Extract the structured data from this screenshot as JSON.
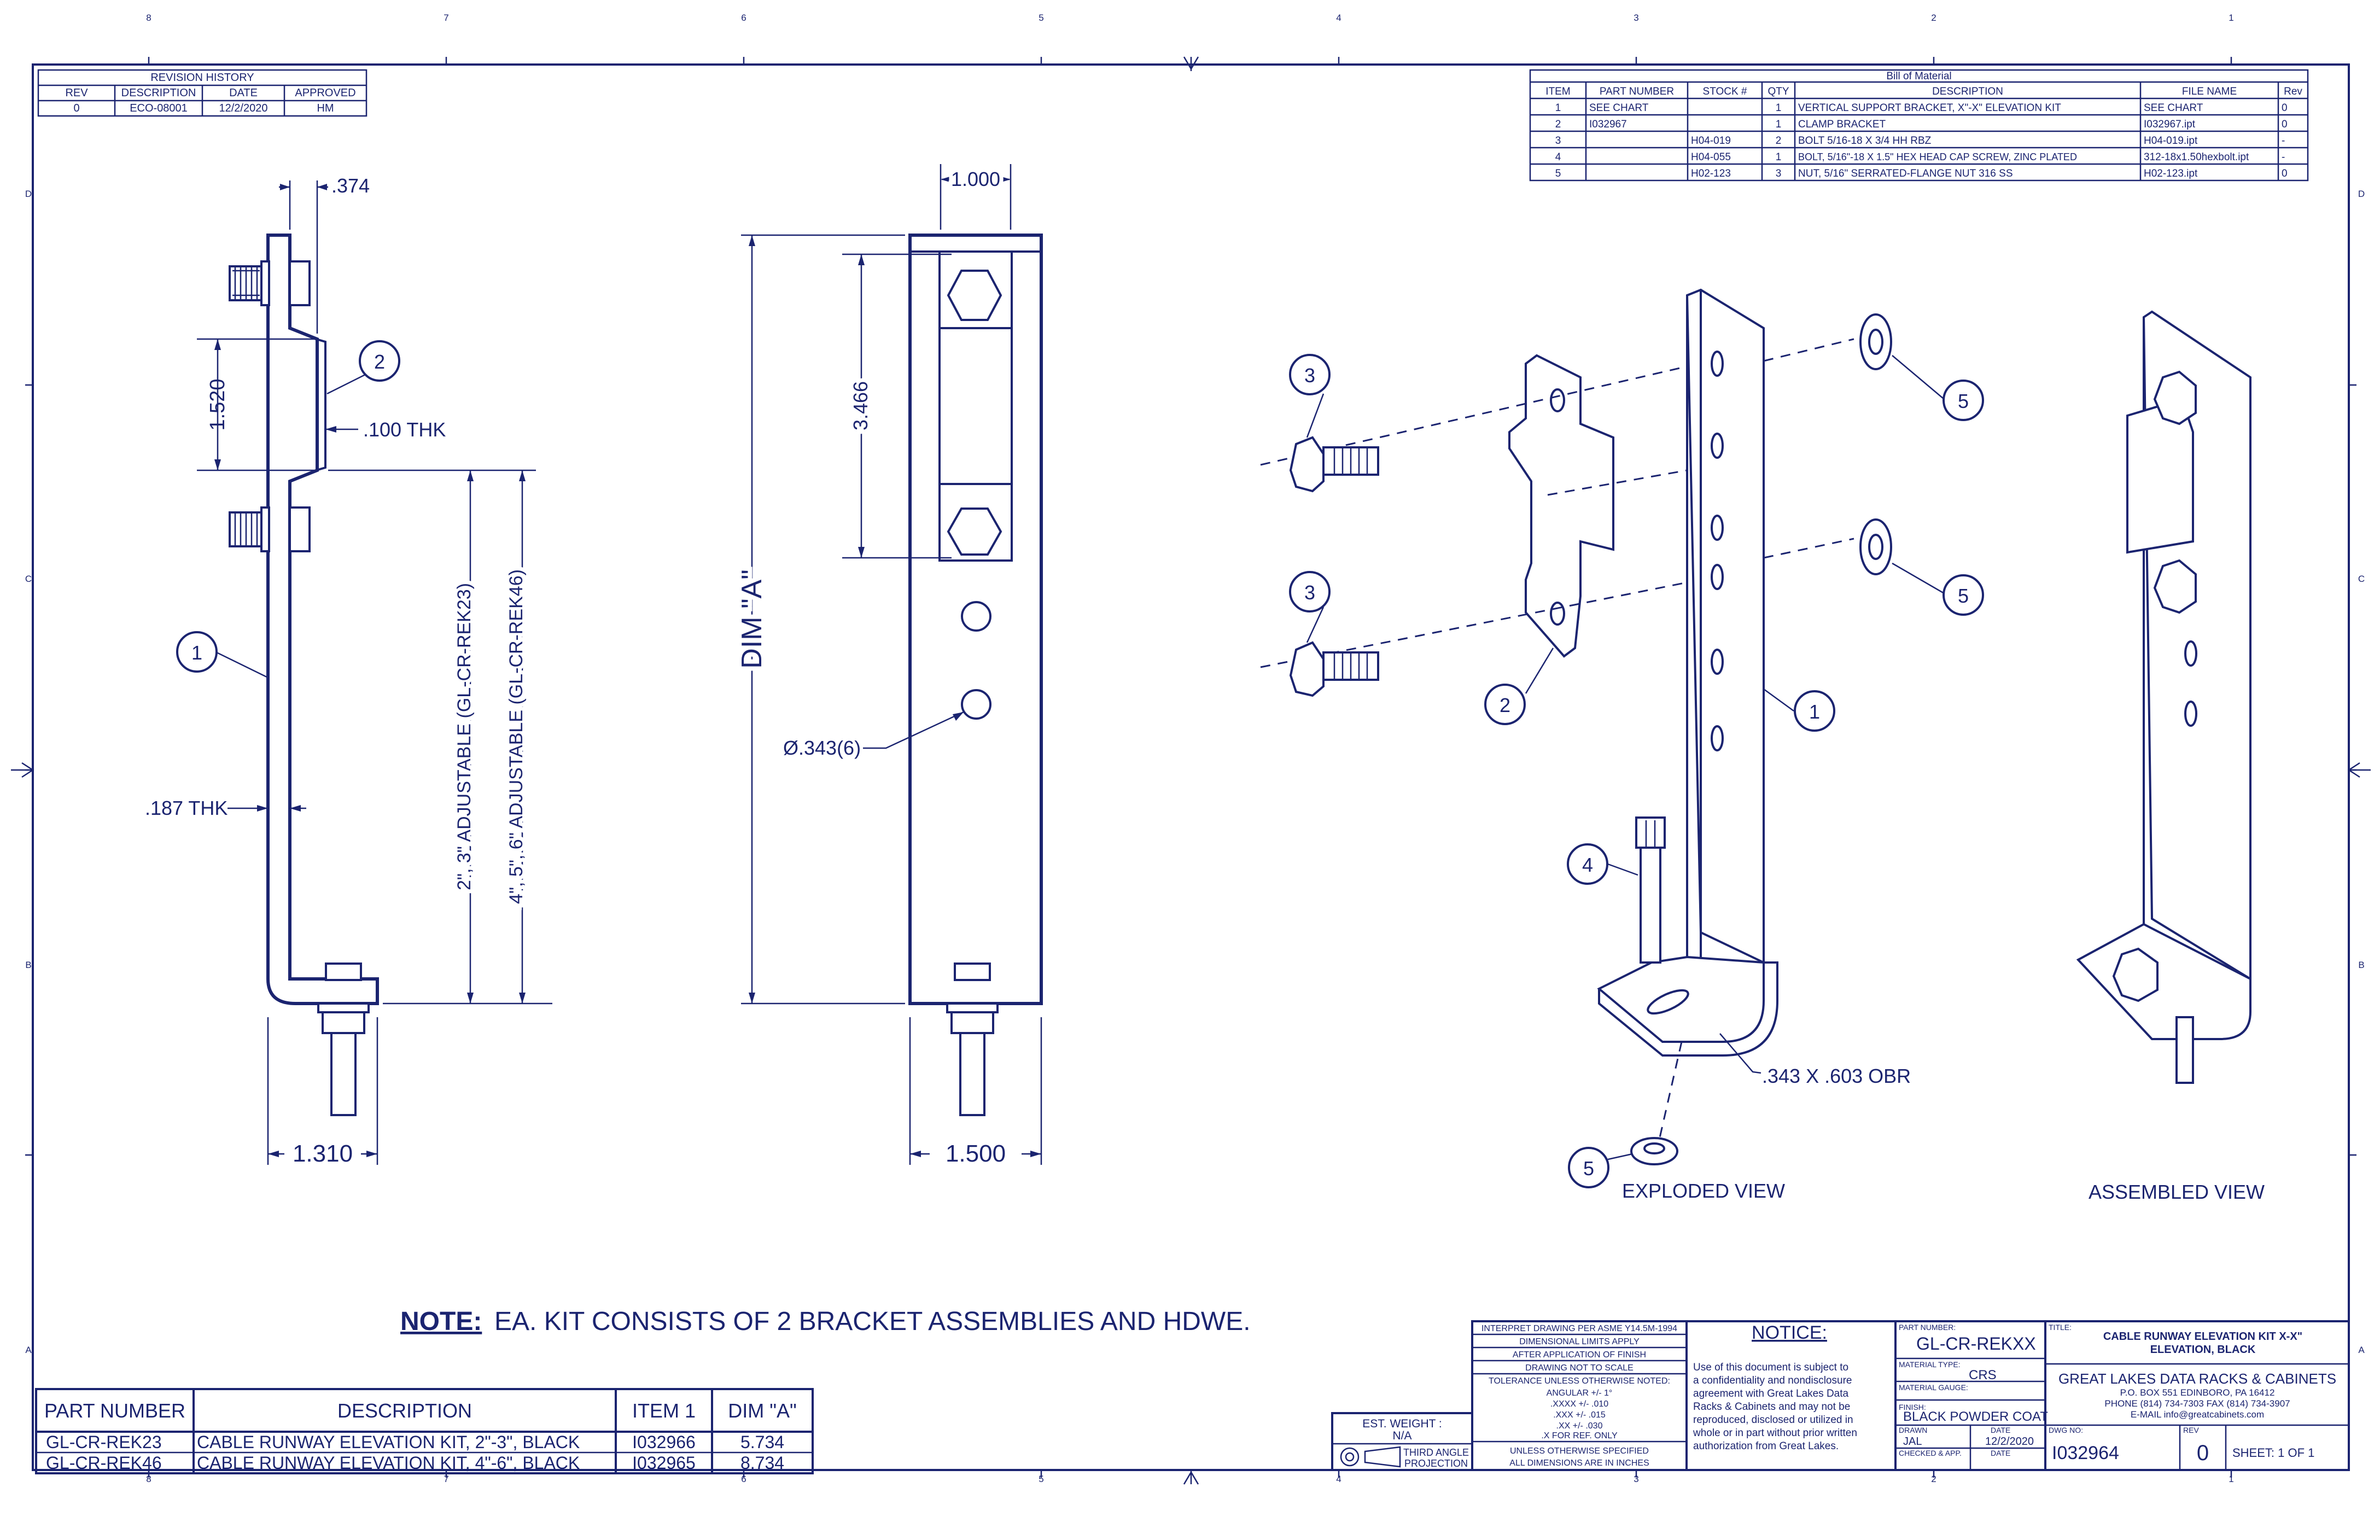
{
  "border": {
    "columns_top": [
      "8",
      "7",
      "6",
      "5",
      "4",
      "3",
      "2",
      "1"
    ],
    "columns_bottom": [
      "8",
      "7",
      "6",
      "5",
      "4",
      "3",
      "2",
      "1"
    ],
    "rows": [
      "D",
      "C",
      "B",
      "A"
    ]
  },
  "revision_history": {
    "title": "REVISION HISTORY",
    "headers": [
      "REV",
      "DESCRIPTION",
      "DATE",
      "APPROVED"
    ],
    "rows": [
      [
        "0",
        "ECO-08001",
        "12/2/2020",
        "HM"
      ]
    ]
  },
  "bom": {
    "title": "Bill of Material",
    "headers": [
      "ITEM",
      "PART NUMBER",
      "STOCK #",
      "QTY",
      "DESCRIPTION",
      "FILE NAME",
      "Rev"
    ],
    "rows": [
      [
        "1",
        "SEE CHART",
        "",
        "1",
        "VERTICAL SUPPORT BRACKET,  X\"-X\" ELEVATION KIT",
        "SEE CHART",
        "0"
      ],
      [
        "2",
        "I032967",
        "",
        "1",
        "CLAMP BRACKET",
        "I032967.ipt",
        "0"
      ],
      [
        "3",
        "",
        "H04-019",
        "2",
        "BOLT 5/16-18 X 3/4 HH RBZ",
        "H04-019.ipt",
        "-"
      ],
      [
        "4",
        "",
        "H04-055",
        "1",
        "BOLT, 5/16\"-18 X 1.5\" HEX HEAD CAP SCREW, ZINC PLATED",
        "312-18x1.50hexbolt.ipt",
        "-"
      ],
      [
        "5",
        "",
        "H02-123",
        "3",
        "NUT, 5/16\" SERRATED-FLANGE NUT 316 SS",
        "H02-123.ipt",
        "0"
      ]
    ]
  },
  "side_view": {
    "dim_top": ".374",
    "dim_1520": "1.520",
    "dim_thk100": ".100 THK",
    "dim_thk187": ".187 THK",
    "dim_bottom": "1.310",
    "adj_23": "2\", 3\" ADJUSTABLE (GL-CR-REK23)",
    "adj_46": "4\", 5\", 6\" ADJUSTABLE (GL-CR-REK46)",
    "balloons": [
      "1",
      "2"
    ]
  },
  "front_view": {
    "dim_top": "1.000",
    "dim_3466": "3.466",
    "dim_a": "DIM \"A\"",
    "dim_hole": "Ø.343(6)",
    "dim_bottom": "1.500"
  },
  "exploded_view": {
    "label": "EXPLODED VIEW",
    "slot_note": ".343 X .603 OBR",
    "balloons": {
      "b3a": "3",
      "b3b": "3",
      "b2": "2",
      "b1": "1",
      "b4": "4",
      "b5a": "5",
      "b5b": "5",
      "b5c": "5"
    }
  },
  "assembled_view": {
    "label": "ASSEMBLED VIEW"
  },
  "note": {
    "prefix": "NOTE:",
    "text": "EA. KIT CONSISTS OF 2 BRACKET ASSEMBLIES AND HDWE."
  },
  "parts_table": {
    "headers": [
      "PART NUMBER",
      "DESCRIPTION",
      "ITEM 1",
      "DIM \"A\""
    ],
    "rows": [
      [
        "GL-CR-REK23",
        "CABLE RUNWAY ELEVATION KIT, 2\"-3\", BLACK",
        "I032966",
        "5.734"
      ],
      [
        "GL-CR-REK46",
        "CABLE RUNWAY ELEVATION KIT, 4\"-6\", BLACK",
        "I032965",
        "8.734"
      ]
    ]
  },
  "title_block": {
    "weight_label": "EST. WEIGHT :",
    "weight_value": "N/A",
    "projection_1": "THIRD ANGLE",
    "projection_2": "PROJECTION",
    "interp_1": "INTERPRET DRAWING PER ASME Y14.5M-1994",
    "interp_2": "DIMENSIONAL LIMITS APPLY",
    "interp_3": "AFTER APPLICATION OF FINISH",
    "scale_note": "DRAWING NOT TO SCALE",
    "tol_title": "TOLERANCE UNLESS OTHERWISE NOTED:",
    "tol_lines": [
      "ANGULAR +/- 1°",
      ".XXXX +/- .010",
      ".XXX +/- .015",
      ".XX +/- .030",
      ".X FOR REF. ONLY"
    ],
    "units_1": "UNLESS OTHERWISE SPECIFIED",
    "units_2": "ALL DIMENSIONS ARE IN INCHES",
    "notice_title": "NOTICE:",
    "notice_lines": [
      "Use of this document is subject to",
      "a confidentiality and nondisclosure",
      "agreement with Great Lakes Data",
      "Racks & Cabinets and may not be",
      "reproduced, disclosed or utilized in",
      "whole or in part without prior written",
      "authorization from Great Lakes."
    ],
    "part_number_label": "PART NUMBER:",
    "part_number": "GL-CR-REKXX",
    "material_type_label": "MATERIAL TYPE:",
    "material_type": "CRS",
    "material_gauge_label": "MATERIAL GAUGE:",
    "finish_label": "FINISH:",
    "finish": "BLACK POWDER COAT",
    "drawn_label": "DRAWN",
    "date_label": "DATE",
    "drawn_by": "JAL",
    "drawn_date": "12/2/2020",
    "checked_label": "CHECKED & APP.",
    "checked_date_label": "DATE",
    "title_label": "TITLE:",
    "title_1": "CABLE RUNWAY ELEVATION KIT X-X\"",
    "title_2": "ELEVATION, BLACK",
    "company": "GREAT LAKES DATA RACKS & CABINETS",
    "address": "P.O. BOX 551 EDINBORO, PA 16412",
    "phone": "PHONE (814) 734-7303 FAX (814) 734-3907",
    "email": "E-MAIL info@greatcabinets.com",
    "dwg_label": "DWG NO:",
    "dwg_no": "I032964",
    "rev_label": "REV",
    "rev": "0",
    "sheet": "SHEET: 1  OF  1"
  }
}
